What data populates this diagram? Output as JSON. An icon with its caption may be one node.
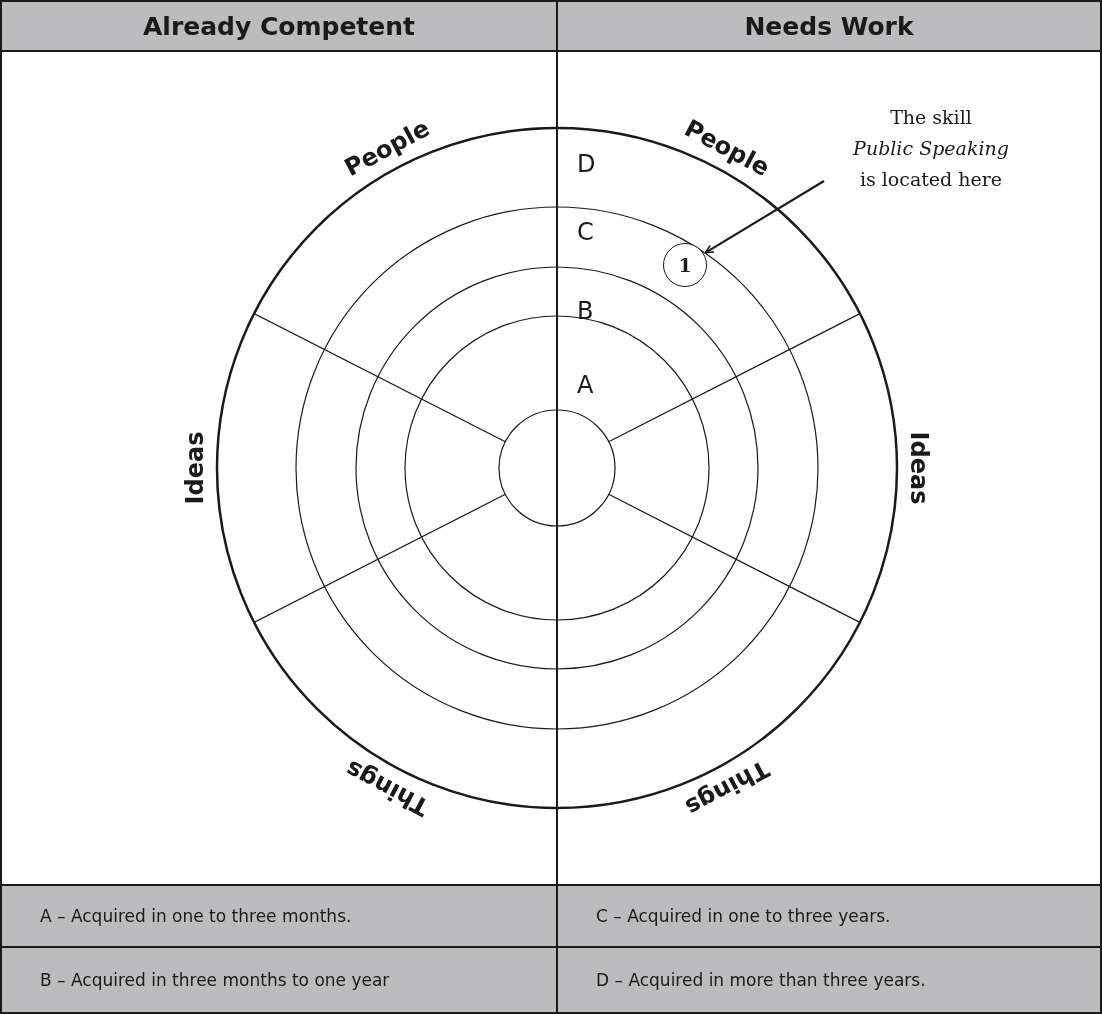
{
  "diagram": {
    "nodes": [
      {
        "text": [
          "The skill *Public Speaking* is located here"
        ]
      },
      {
        "text": [
          "1"
        ]
      }
    ],
    "edges": [
      {
        "from": 0,
        "to": 1,
        "arrow": "to"
      }
    ],
    "labels": [
      "Already Competent",
      "Needs Work",
      "People",
      "People",
      "D",
      "C",
      "B",
      "A",
      "Ideas",
      "Ideas",
      "Things",
      "Things",
      "A – Acquired in one to three months.",
      "C – Acquired in one to three years.",
      "B – Acquired in three months to one year",
      "D – Acquired in more than three years."
    ]
  }
}
